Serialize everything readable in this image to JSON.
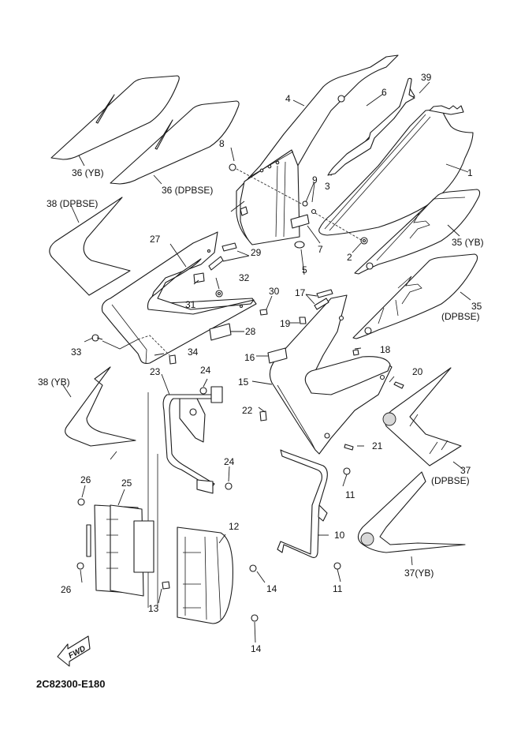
{
  "diagram": {
    "title": "Side cover / fairing exploded parts diagram",
    "drawing_code": "2C82300-E180",
    "direction_marker": "FWD",
    "callouts": {
      "c1": "1",
      "c2": "2",
      "c3": "3",
      "c4": "4",
      "c5": "5",
      "c6": "6",
      "c7": "7",
      "c8": "8",
      "c9": "9",
      "c10": "10",
      "c11a": "11",
      "c11b": "11",
      "c12": "12",
      "c13": "13",
      "c14a": "14",
      "c14b": "14",
      "c15": "15",
      "c16": "16",
      "c17": "17",
      "c18": "18",
      "c19": "19",
      "c20": "20",
      "c21": "21",
      "c22": "22",
      "c23": "23",
      "c24a": "24",
      "c24b": "24",
      "c25": "25",
      "c26a": "26",
      "c26b": "26",
      "c27": "27",
      "c28": "28",
      "c29": "29",
      "c30": "30",
      "c31": "31",
      "c32": "32",
      "c33": "33",
      "c34": "34",
      "c35yb": "35 (YB)",
      "c35dp_num": "35",
      "c35dp_var": "(DPBSE)",
      "c36yb": "36 (YB)",
      "c36dp": "36 (DPBSE)",
      "c37dp_num": "37",
      "c37dp_var": "(DPBSE)",
      "c37yb": "37(YB)",
      "c38dp": "38 (DPBSE)",
      "c38yb": "38 (YB)",
      "c39": "39"
    }
  }
}
